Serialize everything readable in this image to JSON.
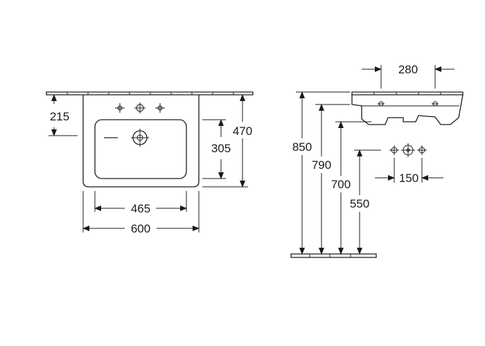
{
  "plan_view": {
    "wall_height_label": "215",
    "bowl_depth_label": "305",
    "overall_depth_label": "470",
    "bowl_width_label": "465",
    "overall_width_label": "600"
  },
  "side_view": {
    "tap_spacing_label": "280",
    "height_850_label": "850",
    "height_790_label": "790",
    "height_700_label": "700",
    "height_550_label": "550",
    "pipe_spacing_label": "150"
  },
  "colors": {
    "line": "#1a1a1a",
    "background": "#ffffff"
  }
}
